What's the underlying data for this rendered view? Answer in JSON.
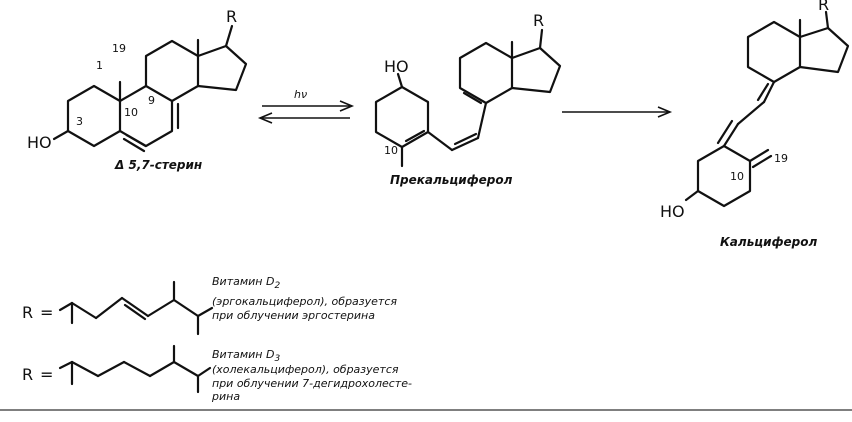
{
  "compounds": {
    "sterol": {
      "caption": "Δ 5,7-стерин",
      "substituent": "R",
      "hydroxyl": "HO",
      "locants": [
        "1",
        "19",
        "3",
        "10",
        "9"
      ]
    },
    "precalciferol": {
      "caption": "Прекальциферол",
      "substituent": "R",
      "hydroxyl": "HO",
      "locants": [
        "10"
      ]
    },
    "calciferol": {
      "caption": "Кальциферол",
      "substituent": "R",
      "hydroxyl": "HO",
      "locants": [
        "10",
        "19"
      ]
    }
  },
  "arrows": {
    "equilibrium_label": "hν"
  },
  "side_chains": [
    {
      "symbol": "R",
      "equals": "=",
      "vitamin_label": "Витамин D",
      "vitamin_sub": "2",
      "line1": "(эргокальциферол), образуется",
      "line2": "при облучении эргостерина",
      "line3": ""
    },
    {
      "symbol": "R",
      "equals": "=",
      "vitamin_label": "Витамин D",
      "vitamin_sub": "3",
      "line1": "(холекальциферол), образуется",
      "line2": "при облучении 7-дегидрохолесте-",
      "line3": "рина"
    }
  ]
}
